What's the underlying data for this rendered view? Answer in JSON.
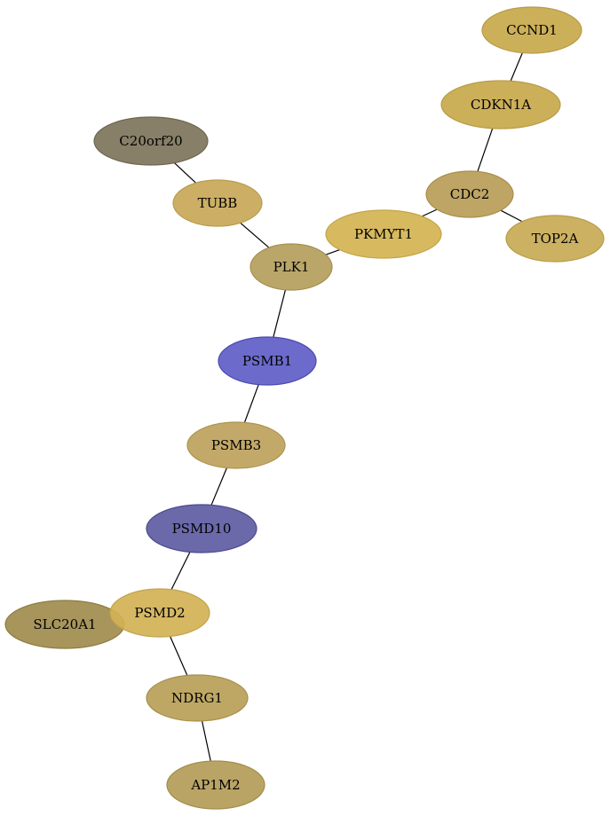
{
  "nodes": [
    {
      "id": "CCND1",
      "label": "CCND1",
      "color": "#c8a84b",
      "border": "#b89c46"
    },
    {
      "id": "CDKN1A",
      "label": "CDKN1A",
      "color": "#c8a84b",
      "border": "#b89c46"
    },
    {
      "id": "C20orf20",
      "label": "C20orf20",
      "color": "#7e745b",
      "border": "#6e664f"
    },
    {
      "id": "CDC2",
      "label": "CDC2",
      "color": "#b89c58",
      "border": "#a88e4c"
    },
    {
      "id": "TUBB",
      "label": "TUBB",
      "color": "#c8a857",
      "border": "#b89c4a"
    },
    {
      "id": "PKMYT1",
      "label": "PKMYT1",
      "color": "#d4b452",
      "border": "#c4a446"
    },
    {
      "id": "TOP2A",
      "label": "TOP2A",
      "color": "#c8aa55",
      "border": "#b89c48"
    },
    {
      "id": "PLK1",
      "label": "PLK1",
      "color": "#b49e5c",
      "border": "#a4904f"
    },
    {
      "id": "PSMB1",
      "label": "PSMB1",
      "color": "#5f5ec7",
      "border": "#4b4ab3"
    },
    {
      "id": "PSMB3",
      "label": "PSMB3",
      "color": "#bea25c",
      "border": "#ae944f"
    },
    {
      "id": "PSMD10",
      "label": "PSMD10",
      "color": "#5e5ca3",
      "border": "#4c4a8f"
    },
    {
      "id": "SLC20A1",
      "label": "SLC20A1",
      "color": "#a08c4e",
      "border": "#8e7c42"
    },
    {
      "id": "PSMD2",
      "label": "PSMD2",
      "color": "#d3b256",
      "border": "#c3a34a"
    },
    {
      "id": "NDRG1",
      "label": "NDRG1",
      "color": "#b89f58",
      "border": "#a8904b"
    },
    {
      "id": "AP1M2",
      "label": "AP1M2",
      "color": "#b49c58",
      "border": "#a48e4b"
    }
  ],
  "edges": [
    [
      "CCND1",
      "CDKN1A"
    ],
    [
      "CDKN1A",
      "CDC2"
    ],
    [
      "CDC2",
      "PKMYT1"
    ],
    [
      "CDC2",
      "TOP2A"
    ],
    [
      "C20orf20",
      "TUBB"
    ],
    [
      "TUBB",
      "PLK1"
    ],
    [
      "PKMYT1",
      "PLK1"
    ],
    [
      "PLK1",
      "PSMB1"
    ],
    [
      "PSMB1",
      "PSMB3"
    ],
    [
      "PSMB3",
      "PSMD10"
    ],
    [
      "PSMD10",
      "PSMD2"
    ],
    [
      "PSMD2",
      "NDRG1"
    ],
    [
      "NDRG1",
      "AP1M2"
    ]
  ]
}
